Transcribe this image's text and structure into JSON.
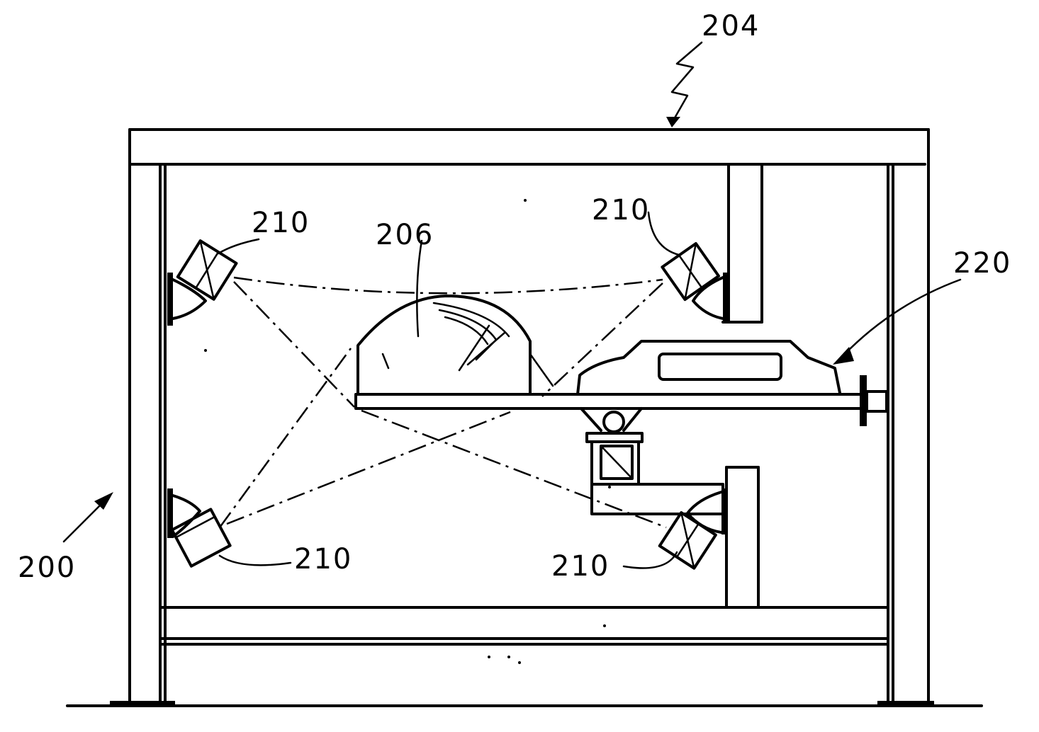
{
  "labels": {
    "frame": "204",
    "object": "206",
    "cameras": [
      "210",
      "210",
      "210",
      "210"
    ],
    "carrier": "220",
    "system": "200"
  }
}
